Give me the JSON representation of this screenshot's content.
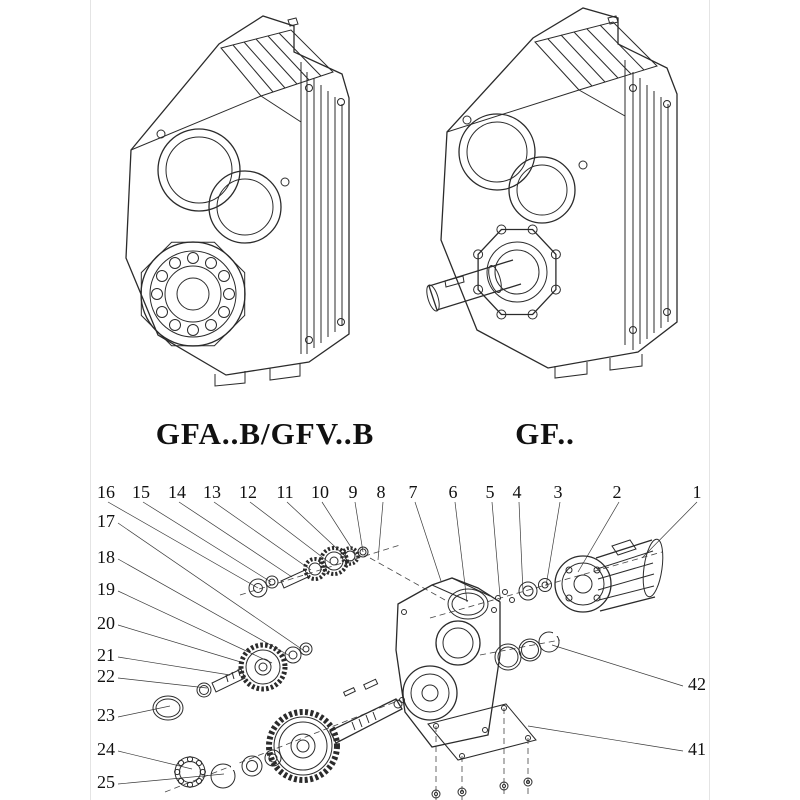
{
  "figures": {
    "left_caption": "GFA..B/GFV..B",
    "right_caption": "GF.."
  },
  "exploded": {
    "top_callouts": [
      "16",
      "15",
      "14",
      "13",
      "12",
      "11",
      "10",
      "9",
      "8",
      "7",
      "6",
      "5",
      "4",
      "3",
      "2",
      "1"
    ],
    "left_callouts": [
      "17",
      "18",
      "19",
      "20",
      "21",
      "22",
      "23",
      "24",
      "25"
    ],
    "right_callouts": [
      "42",
      "41"
    ]
  },
  "style": {
    "ink_color": "#2b2b2b",
    "background_color": "#ffffff"
  }
}
